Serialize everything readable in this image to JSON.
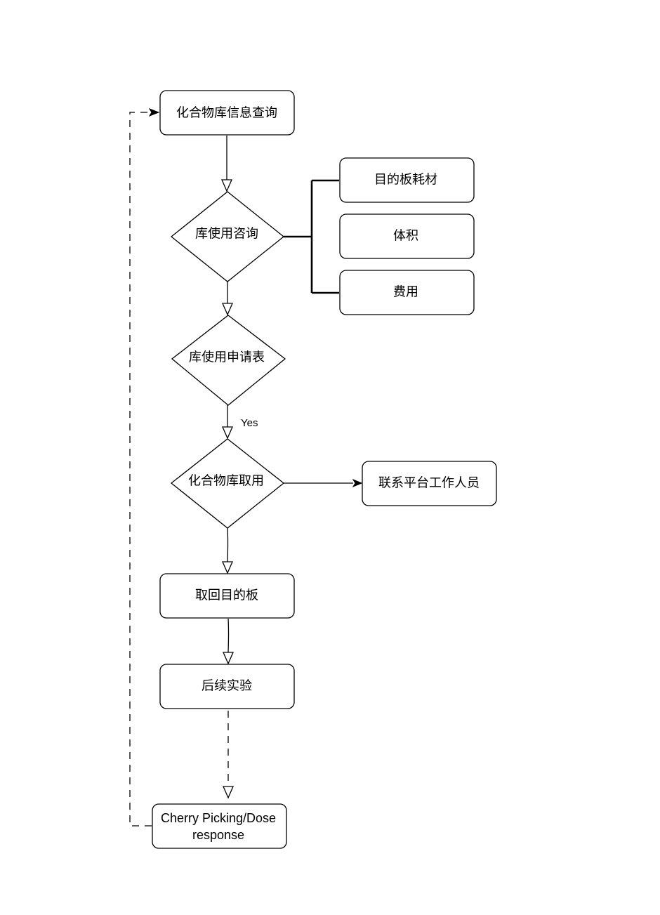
{
  "nodes": {
    "compound_library_query": "化合物库信息查询",
    "library_usage_consult": "库使用咨询",
    "target_plate_consumables": "目的板耗材",
    "volume": "体积",
    "cost": "费用",
    "library_usage_application": "库使用申请表",
    "compound_library_retrieval": "化合物库取用",
    "contact_platform_staff": "联系平台工作人员",
    "retrieve_target_plate": "取回目的板",
    "follow_up_experiment": "后续实验",
    "cherry_picking_line1": "Cherry Picking/Dose",
    "cherry_picking_line2": "response"
  },
  "edges": {
    "yes_label": "Yes"
  }
}
